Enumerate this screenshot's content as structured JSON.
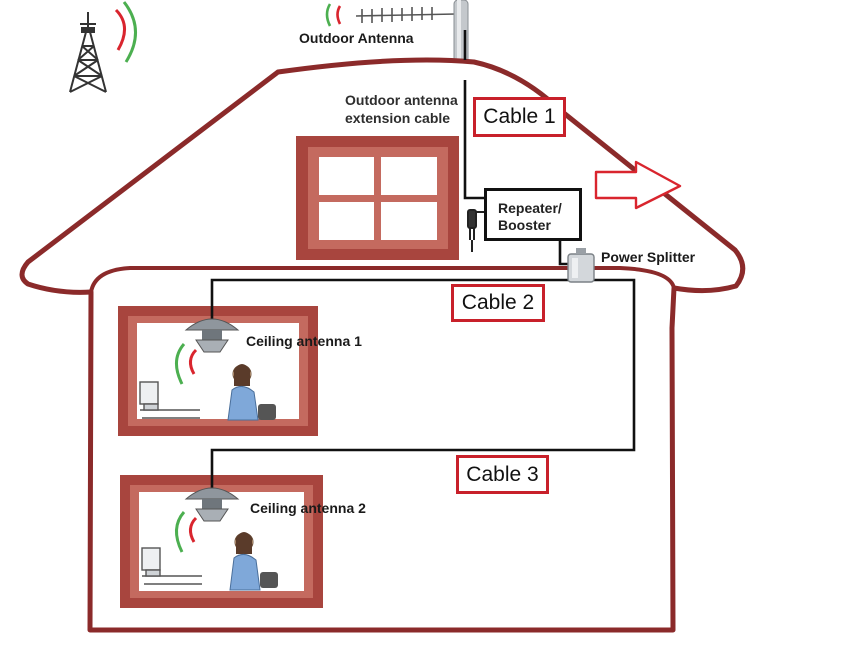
{
  "labels": {
    "outdoor_antenna": "Outdoor Antenna",
    "extension_cable_line1": "Outdoor antenna",
    "extension_cable_line2": "extension cable",
    "booster_line1": "Repeater/",
    "booster_line2": "Booster",
    "power_splitter": "Power Splitter",
    "ceiling_antenna_1": "Ceiling antenna 1",
    "ceiling_antenna_2": "Ceiling antenna 2"
  },
  "cables": {
    "cable1": "Cable 1",
    "cable2": "Cable 2",
    "cable3": "Cable 3"
  },
  "icons": {
    "tower": "cell-tower-icon",
    "yagi": "yagi-antenna-icon",
    "ceiling": "ceiling-dome-antenna-icon",
    "person": "person-on-phone-icon",
    "computer": "computer-desk-icon",
    "plug": "power-plug-icon",
    "arrow": "signal-arrow-icon"
  },
  "colors": {
    "wall": "#8b2a2a",
    "cable": "#111111",
    "tag_border": "#c8202a",
    "signal_red": "#d9252e",
    "signal_green": "#4caf50",
    "window_frame": "#a8453e"
  }
}
